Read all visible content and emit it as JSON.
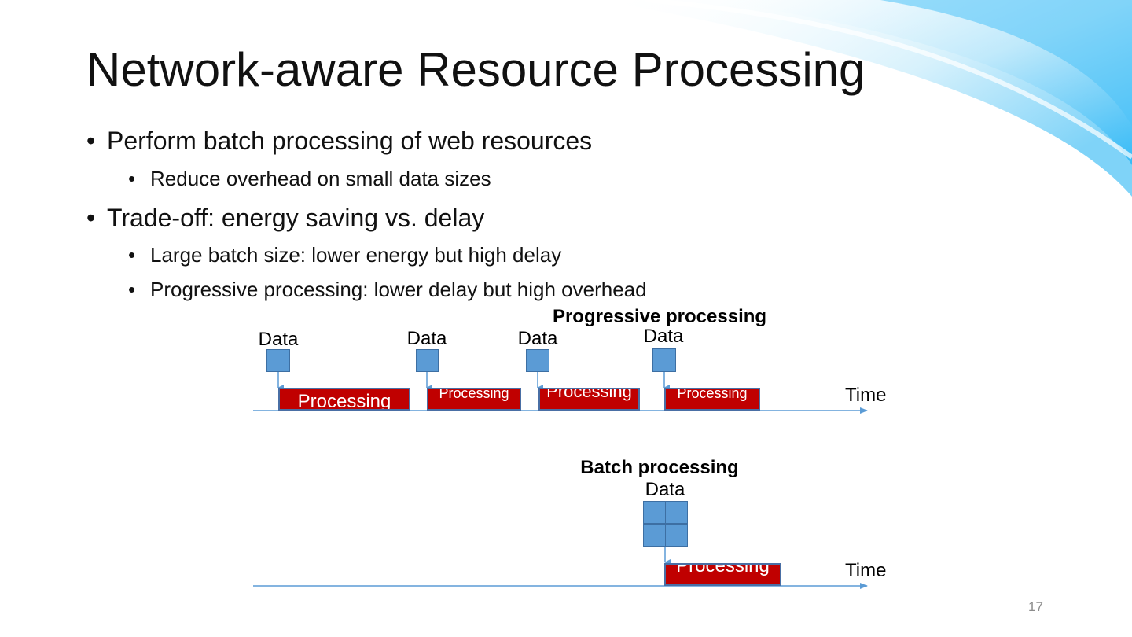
{
  "slide": {
    "title": "Network-aware Resource Processing",
    "bullets": [
      {
        "level": 1,
        "text": "Perform batch processing of web resources"
      },
      {
        "level": 2,
        "text": "Reduce overhead on small data sizes"
      },
      {
        "level": 1,
        "text": "Trade-off: energy saving vs. delay"
      },
      {
        "level": 2,
        "text": "Large batch size: lower energy but high delay"
      },
      {
        "level": 2,
        "text": "Progressive processing: lower delay but high overhead"
      }
    ],
    "page_number": "17"
  },
  "diagram": {
    "progressive": {
      "title": "Progressive processing",
      "data_label": "Data",
      "processing_label": "Processing",
      "axis_label": "Time"
    },
    "batch": {
      "title": "Batch processing",
      "data_label": "Data",
      "processing_label": "Processing",
      "axis_label": "Time"
    }
  },
  "colors": {
    "processing_fill": "#c00000",
    "data_fill": "#5b9bd5",
    "axis": "#5b9bd5",
    "background_swoosh": "#4fc3f7"
  }
}
